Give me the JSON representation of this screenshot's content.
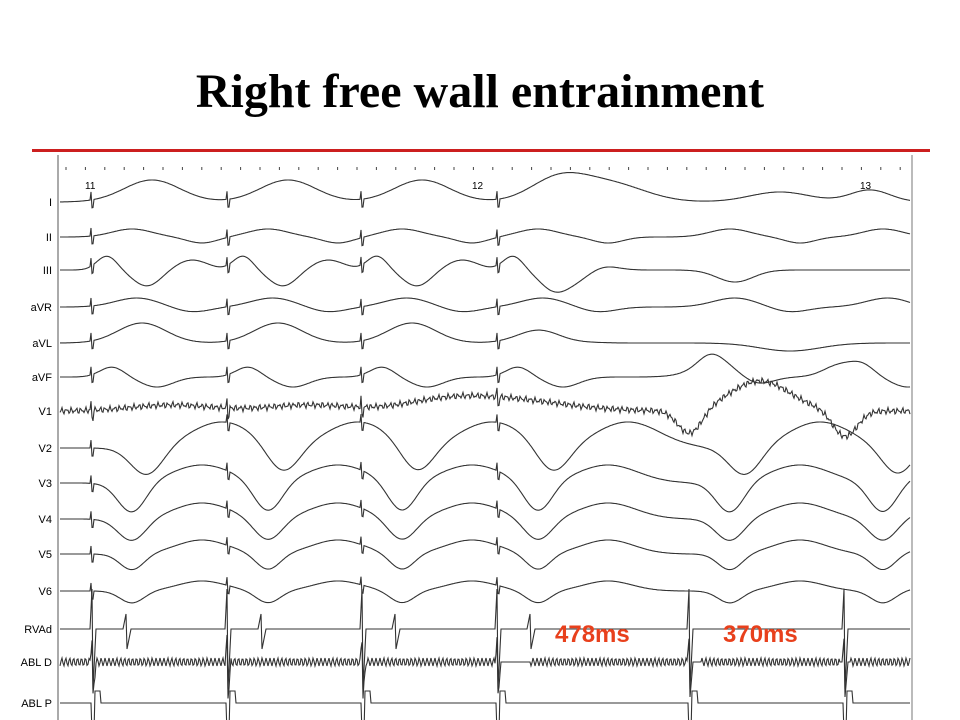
{
  "slide": {
    "title": "Right free wall entrainment"
  },
  "tracing": {
    "time_markers": [
      "11",
      "12",
      "13"
    ],
    "leads": [
      "I",
      "II",
      "III",
      "aVR",
      "aVL",
      "aVF",
      "V1",
      "V2",
      "V3",
      "V4",
      "V5",
      "V6",
      "RVAd",
      "ABL D",
      "ABL P"
    ],
    "intervals": [
      {
        "label": "478ms"
      },
      {
        "label": "370ms"
      }
    ]
  },
  "colors": {
    "title_rule": "#cc1f1f",
    "interval_text": "#e8401c",
    "trace": "#333333",
    "background": "#ffffff"
  }
}
